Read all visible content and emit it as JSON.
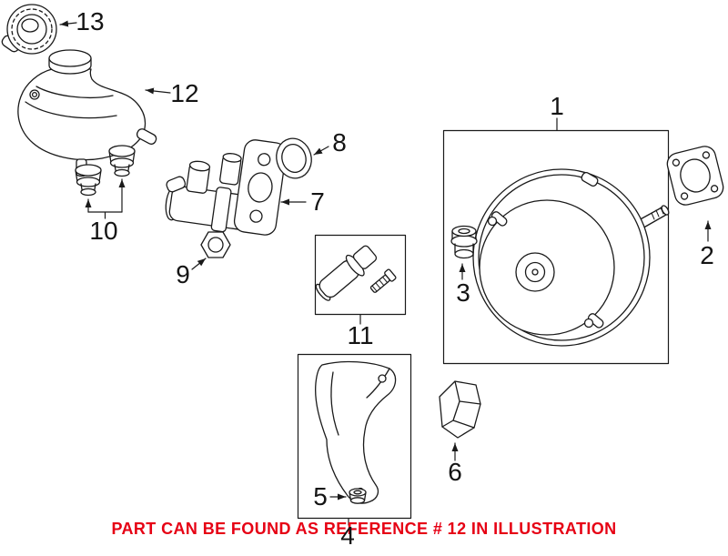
{
  "diagram": {
    "background": "#ffffff",
    "line_color": "#1a1a1a"
  },
  "callouts": {
    "c1": "1",
    "c2": "2",
    "c3": "3",
    "c4": "4",
    "c5": "5",
    "c6": "6",
    "c7": "7",
    "c8": "8",
    "c9": "9",
    "c10": "10",
    "c11": "11",
    "c12": "12",
    "c13": "13"
  },
  "footer": {
    "text": "PART CAN BE FOUND AS REFERENCE # 12 IN ILLUSTRATION",
    "color": "#e60014"
  }
}
